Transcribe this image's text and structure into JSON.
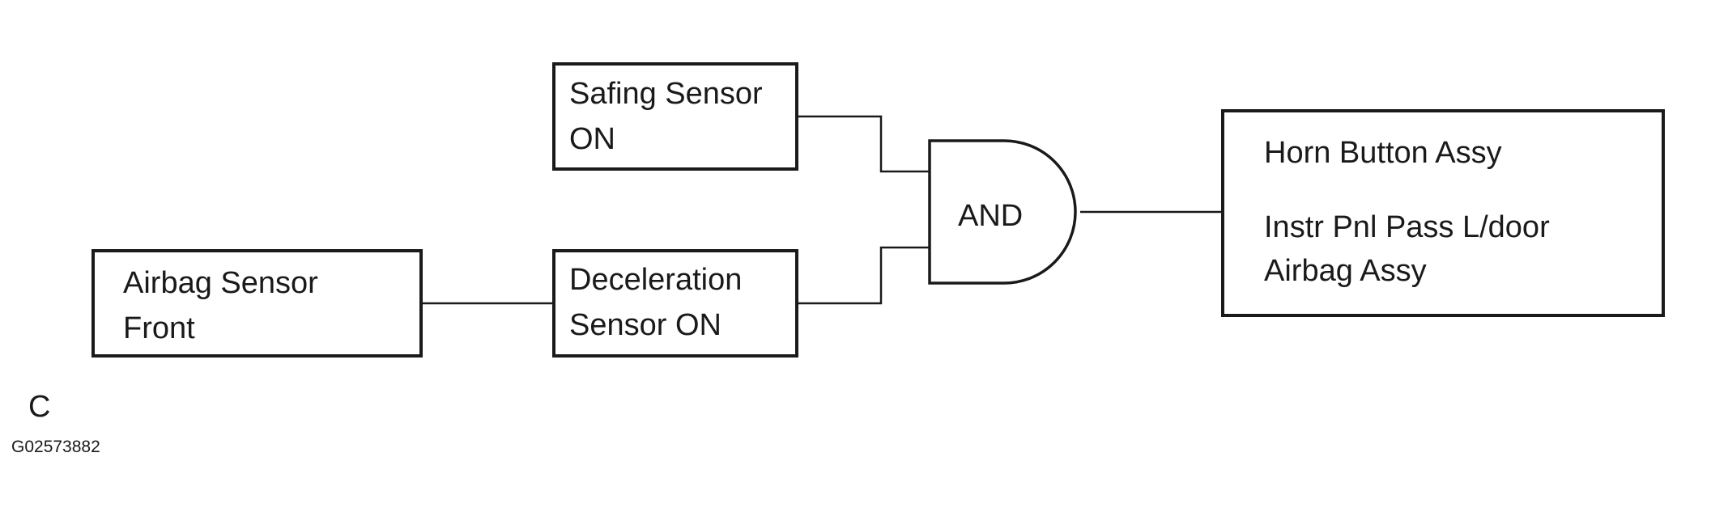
{
  "diagram": {
    "safing_sensor": [
      "Safing Sensor",
      "ON"
    ],
    "deceleration_sensor": [
      "Deceleration",
      "Sensor ON"
    ],
    "airbag_sensor_front": [
      "Airbag Sensor",
      "Front"
    ],
    "and_gate": "AND",
    "output": [
      "Horn Button Assy",
      "Instr Pnl Pass L/door",
      "Airbag Assy"
    ]
  },
  "figure": {
    "letter": "C",
    "code": "G02573882"
  }
}
